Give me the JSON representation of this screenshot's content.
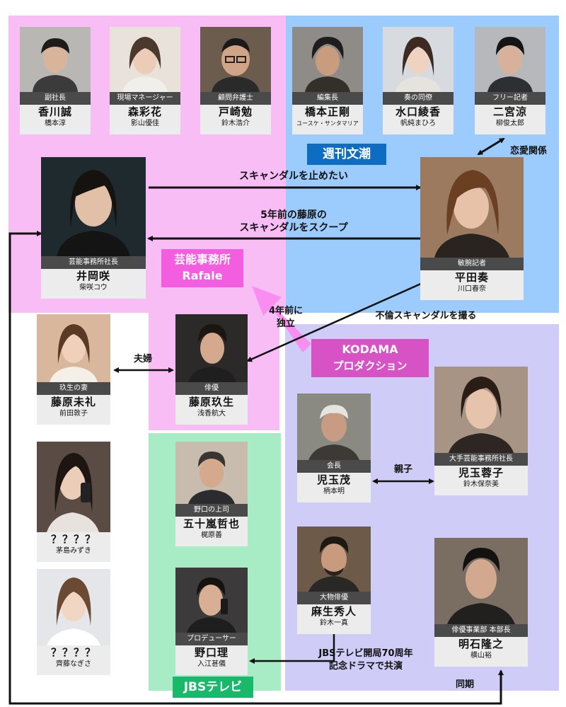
{
  "colors": {
    "rafale_bg": "#f9bdf6",
    "bunshun_bg": "#9cccfd",
    "kodama_bg": "#d0ccf8",
    "jbs_bg": "#a8ecc5",
    "rafale_badge": "#f35de0",
    "bunshun_badge": "#0d6dc2",
    "kodama_badge": "#d652c5",
    "jbs_badge": "#19b86a",
    "arrow_pink": "#f98ef0"
  },
  "orgs": {
    "bunshun": "週刊文潮",
    "rafale_line1": "芸能事務所",
    "rafale_line2": "Rafale",
    "kodama_line1": "KODAMA",
    "kodama_line2": "プロダクション",
    "jbs": "JBSテレビ"
  },
  "people": {
    "kagawa": {
      "role": "副社長",
      "name": "香川誠",
      "actor": "橋本淳"
    },
    "mori": {
      "role": "現場マネージャー",
      "name": "森彩花",
      "actor": "影山優佳"
    },
    "tozaki": {
      "role": "顧問弁護士",
      "name": "戸崎勉",
      "actor": "鈴木浩介"
    },
    "hashimoto": {
      "role": "編集長",
      "name": "橋本正剛",
      "actor": "ユースケ・サンタマリア"
    },
    "mizuguchi": {
      "role": "奏の同僚",
      "name": "水口綾香",
      "actor": "帆純まひろ"
    },
    "ninomiya": {
      "role": "フリー記者",
      "name": "二宮涼",
      "actor": "柳俊太郎"
    },
    "ioka": {
      "role": "芸能事務所社長",
      "name": "井岡咲",
      "actor": "柴咲コウ"
    },
    "hirata": {
      "role": "敏腕記者",
      "name": "平田奏",
      "actor": "川口春奈"
    },
    "mirei": {
      "role": "玖生の妻",
      "name": "藤原未礼",
      "actor": "前田敦子"
    },
    "kyusei": {
      "role": "俳優",
      "name": "藤原玖生",
      "actor": "浅香航大"
    },
    "unknown1": {
      "role": "",
      "name": "？？？？",
      "actor": "茅島みずき"
    },
    "unknown2": {
      "role": "",
      "name": "？？？？",
      "actor": "齊藤なぎさ"
    },
    "igarashi": {
      "role": "野口の上司",
      "name": "五十嵐哲也",
      "actor": "梶原善"
    },
    "noguchi": {
      "role": "プロデューサー",
      "name": "野口理",
      "actor": "入江甚儀"
    },
    "kodama_shigeru": {
      "role": "会長",
      "name": "児玉茂",
      "actor": "柄本明"
    },
    "kodama_keiko": {
      "role": "大手芸能事務所社長",
      "name": "児玉蓉子",
      "actor": "鈴木保奈美"
    },
    "aso": {
      "role": "大物俳優",
      "name": "麻生秀人",
      "actor": "鈴木一真"
    },
    "akashi": {
      "role": "俳優事業部 本部長",
      "name": "明石隆之",
      "actor": "横山裕"
    }
  },
  "relations": {
    "stop_scandal": "スキャンダルを止めたい",
    "scoop_line1": "5年前の藤原の",
    "scoop_line2": "スキャンダルをスクープ",
    "romance": "恋愛関係",
    "independent_line1": "4年前に",
    "independent_line2": "独立",
    "affair": "不倫スキャンダルを撮る",
    "married": "夫婦",
    "parent_child": "親子",
    "costar_line1": "JBSテレビ開局70周年",
    "costar_line2": "記念ドラマで共演",
    "classmates": "同期"
  }
}
